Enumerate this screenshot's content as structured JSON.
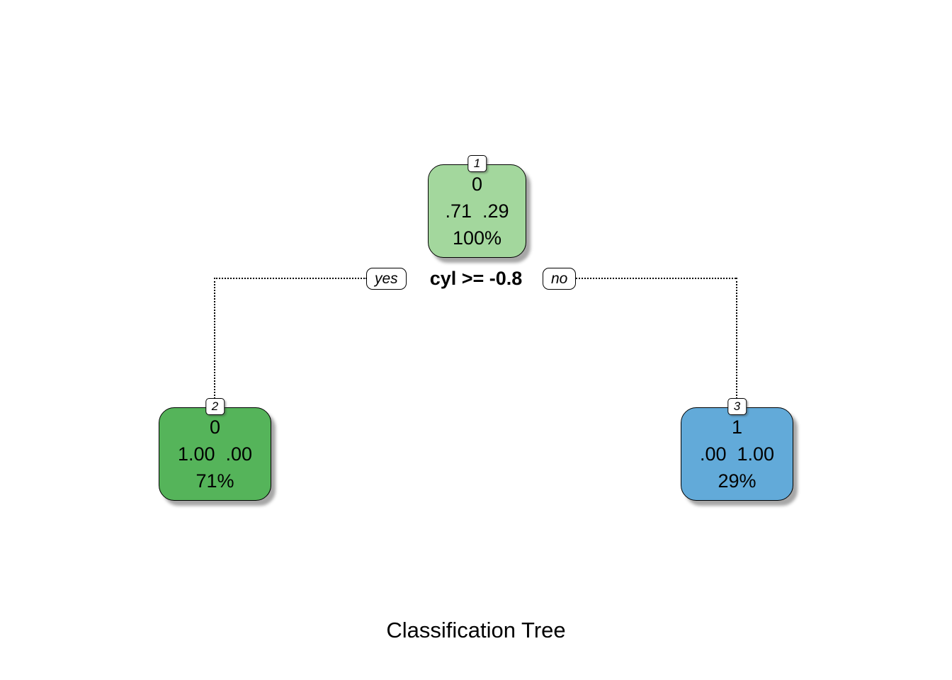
{
  "title": "Classification Tree",
  "split": {
    "condition": "cyl >= -0.8",
    "yes_label": "yes",
    "no_label": "no"
  },
  "nodes": {
    "root": {
      "id": "1",
      "class_label": "0",
      "probabilities": ".71  .29",
      "coverage": "100%",
      "fill": "#a3d79d"
    },
    "left": {
      "id": "2",
      "class_label": "0",
      "probabilities": "1.00  .00",
      "coverage": "71%",
      "fill": "#55b45a"
    },
    "right": {
      "id": "3",
      "class_label": "1",
      "probabilities": ".00  1.00",
      "coverage": "29%",
      "fill": "#62aad9"
    }
  }
}
